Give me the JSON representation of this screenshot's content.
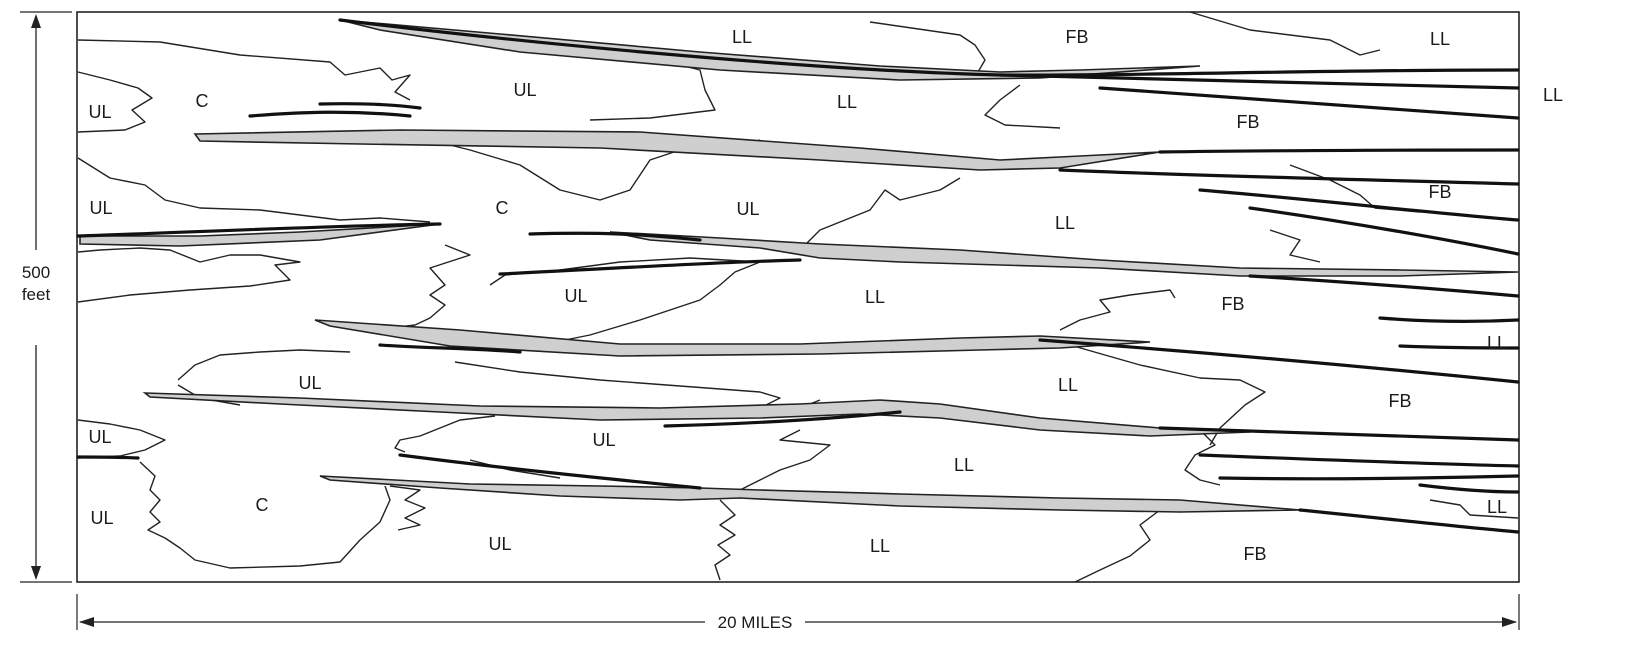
{
  "dimensions": {
    "vertical_value": "500",
    "vertical_unit": "feet",
    "horizontal": "20 MILES"
  },
  "facies_labels": [
    {
      "id": "ll-top-center",
      "text": "LL"
    },
    {
      "id": "fb-top",
      "text": "FB"
    },
    {
      "id": "ll-top-right",
      "text": "LL"
    },
    {
      "id": "ll-outside-right",
      "text": "LL"
    },
    {
      "id": "ul-left-1",
      "text": "UL"
    },
    {
      "id": "c-top",
      "text": "C"
    },
    {
      "id": "ul-top-center",
      "text": "UL"
    },
    {
      "id": "ll-row2",
      "text": "LL"
    },
    {
      "id": "fb-row2",
      "text": "FB"
    },
    {
      "id": "fb-row3",
      "text": "FB"
    },
    {
      "id": "ul-left-2",
      "text": "UL"
    },
    {
      "id": "c-mid",
      "text": "C"
    },
    {
      "id": "ul-row3",
      "text": "UL"
    },
    {
      "id": "ll-row3",
      "text": "LL"
    },
    {
      "id": "ul-row4",
      "text": "UL"
    },
    {
      "id": "ll-row4",
      "text": "LL"
    },
    {
      "id": "fb-row4",
      "text": "FB"
    },
    {
      "id": "ll-right-row4",
      "text": "LL"
    },
    {
      "id": "ul-row5",
      "text": "UL"
    },
    {
      "id": "ll-row5",
      "text": "LL"
    },
    {
      "id": "fb-row5",
      "text": "FB"
    },
    {
      "id": "ul-left-3",
      "text": "UL"
    },
    {
      "id": "ul-row6",
      "text": "UL"
    },
    {
      "id": "ll-row6",
      "text": "LL"
    },
    {
      "id": "ul-left-4",
      "text": "UL"
    },
    {
      "id": "c-bottom",
      "text": "C"
    },
    {
      "id": "ul-bottom",
      "text": "UL"
    },
    {
      "id": "ll-bottom",
      "text": "LL"
    },
    {
      "id": "fb-bottom",
      "text": "FB"
    },
    {
      "id": "ll-right-bottom",
      "text": "LL"
    }
  ]
}
